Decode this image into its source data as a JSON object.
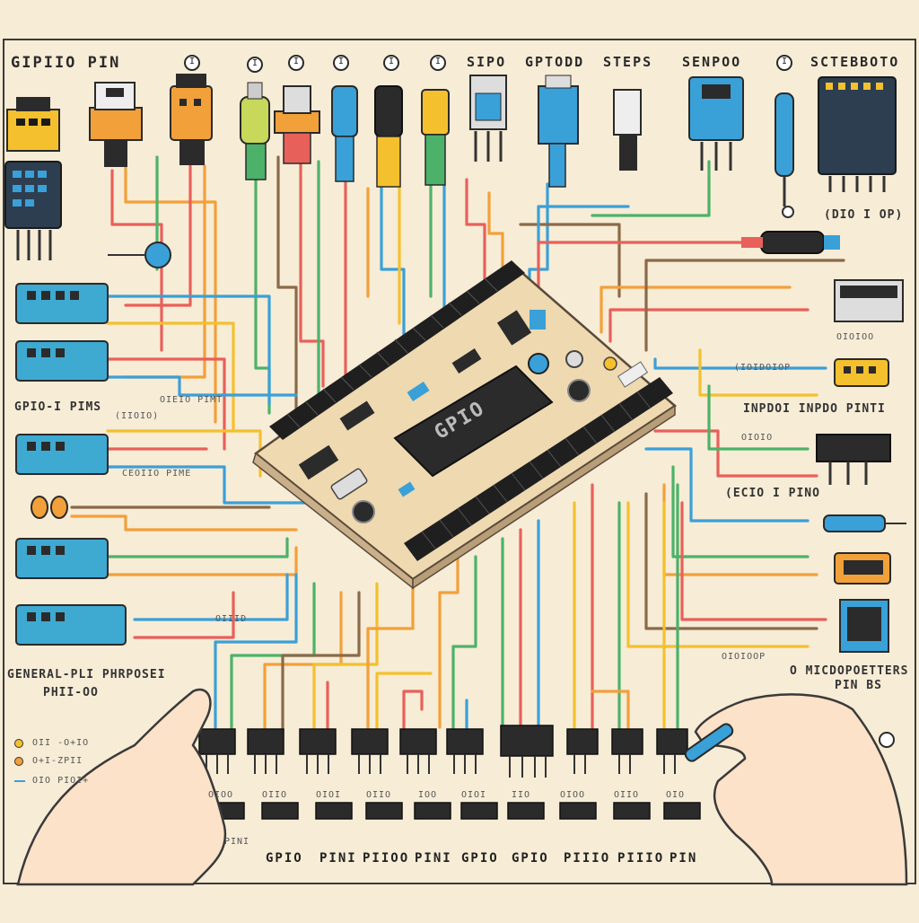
{
  "labels": {
    "title": "GIPIIO PIN",
    "top_sipo": "SIPO",
    "top_gptodd": "GPTODD",
    "top_steps": "STEPS",
    "top_senpoo": "SENPOO",
    "top_sctebboto": "SCTEBBOTO",
    "circle_markers": [
      "I",
      "I",
      "I",
      "I",
      "I",
      "I",
      "I"
    ],
    "board_chip": "GPIO",
    "left_gpio_pins": "GPIO-I PIMS",
    "left_small_1": "(IIOIO)",
    "left_small_2": "OIEIO PIMT",
    "left_small_3": "CEOIIO PIME",
    "left_small_4": "OIIID",
    "left_general_1": "GENERAL-PLI PHRPOSEI",
    "left_general_2": "PHII-OO",
    "legend": [
      "OII -O+IO",
      "O+I-ZPII",
      "OIO PIOI+"
    ],
    "right_dio_op": "(DIO I OP)",
    "right_inpdo": "INPDOI INPDO PINTI",
    "right_small_1": "OIOIOO",
    "right_small_2": "(IOIDOIOP",
    "right_small_3": "OIOIO",
    "right_ceci": "(ECIO I PINO",
    "right_micro_1": "O MICDOPOETTERS",
    "right_micro_2": "PIN BS",
    "right_small_4": "OIOIOOP",
    "bottom_tiny": [
      "OIOO",
      "OIIO",
      "OIOI",
      "OIIO",
      "IOO",
      "OIOI",
      "IIO",
      "OIOO",
      "OIIO",
      "OIO"
    ],
    "bottom_pins": [
      "GPIO",
      "PINI",
      "PIIOO",
      "PINI",
      "GPIO",
      "GPIO",
      "PIIIO",
      "PIIIO",
      "PIN"
    ],
    "pin_under_left": "PINI"
  },
  "colors": {
    "paper": "#f7ecd6",
    "border": "#3a3a3a",
    "board": "#efd9b0",
    "header_pins": "#1f1f1f",
    "chip": "#2b2b2b",
    "orange": "#f2a03a",
    "yellow": "#f4c02e",
    "green": "#4cb26a",
    "blue": "#3aa0d8",
    "red": "#e8605a",
    "brown": "#8a6a4a",
    "cyan_module": "#3ea9d1",
    "skin": "#fbe2c8"
  },
  "icons": [
    "usb-plug-icon",
    "jumper-connector-icon",
    "sensor-module-icon",
    "microcontroller-board-icon",
    "ic-chip-icon",
    "probe-icon",
    "hand-icon",
    "led-icon"
  ]
}
